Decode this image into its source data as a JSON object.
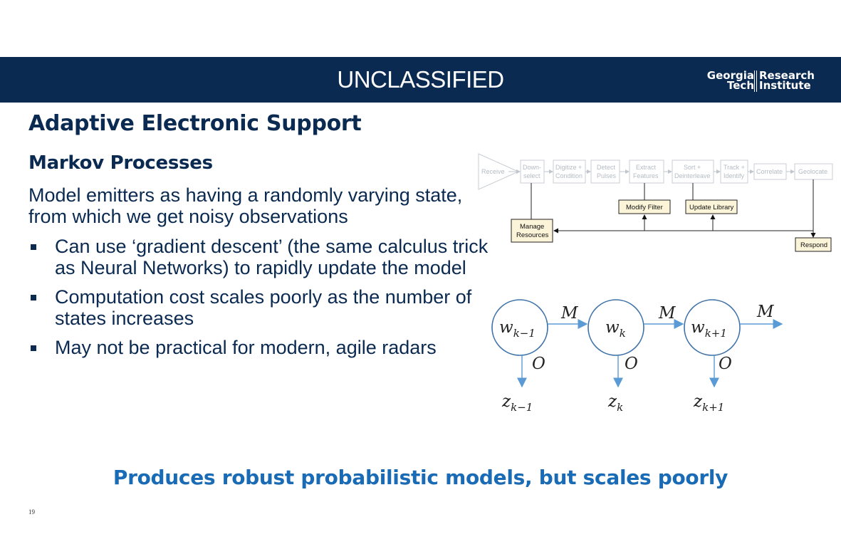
{
  "header": {
    "classification": "UNCLASSIFIED",
    "logo": {
      "line1_left": "Georgia",
      "line2_left": "Tech",
      "line1_right": "Research",
      "line2_right": "Institute"
    }
  },
  "slide": {
    "title": "Adaptive Electronic Support",
    "subtitle": "Markov Processes",
    "intro": "Model emitters as having a randomly varying state, from which we get noisy observations",
    "bullets": [
      "Can use ‘gradient descent’ (the same calculus trick as Neural Networks) to rapidly update the model",
      "Computation cost scales poorly as the number of states increases",
      "May not be practical for modern, agile radars"
    ],
    "takeaway": "Produces robust probabilistic models, but scales poorly",
    "page_number": "19"
  },
  "flow_diagram": {
    "stages": [
      {
        "line1": "Receive",
        "line2": ""
      },
      {
        "line1": "Down-",
        "line2": "select"
      },
      {
        "line1": "Digitize +",
        "line2": "Condition"
      },
      {
        "line1": "Detect",
        "line2": "Pulses"
      },
      {
        "line1": "Extract",
        "line2": "Features"
      },
      {
        "line1": "Sort +",
        "line2": "Deinterleave"
      },
      {
        "line1": "Track +",
        "line2": "Identify"
      },
      {
        "line1": "Correlate",
        "line2": ""
      },
      {
        "line1": "Geolocate",
        "line2": ""
      }
    ],
    "boxes": {
      "modify_filter": "Modify Filter",
      "update_library": "Update Library",
      "manage_resources_1": "Manage",
      "manage_resources_2": "Resources",
      "respond": "Respond"
    }
  },
  "markov_diagram": {
    "states": [
      {
        "base": "w",
        "sub": "k−1"
      },
      {
        "base": "w",
        "sub": "k"
      },
      {
        "base": "w",
        "sub": "k+1"
      }
    ],
    "observations": [
      {
        "base": "z",
        "sub": "k−1"
      },
      {
        "base": "z",
        "sub": "k"
      },
      {
        "base": "z",
        "sub": "k+1"
      }
    ],
    "transition_label": "M",
    "observation_label": "O"
  }
}
